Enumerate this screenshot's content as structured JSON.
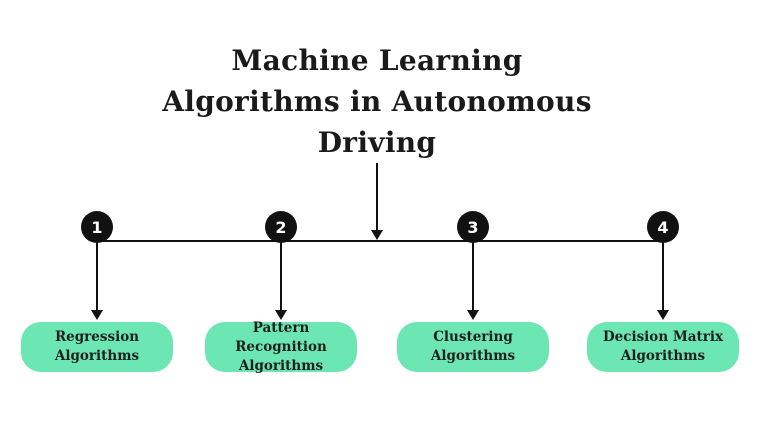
{
  "title": {
    "line1": "Machine Learning",
    "line2": "Algorithms in Autonomous",
    "line3": "Driving"
  },
  "colors": {
    "background": "#ffffff",
    "title_text": "#1a1a1a",
    "connector_line": "#111111",
    "circle_fill": "#111111",
    "circle_text": "#ffffff",
    "box_fill": "#6ce6b2",
    "box_text": "#1f1f1f"
  },
  "branches": [
    {
      "number": "1",
      "lines": [
        "Regression",
        "Algorithms"
      ]
    },
    {
      "number": "2",
      "lines": [
        "Pattern Recognition",
        "Algorithms"
      ]
    },
    {
      "number": "3",
      "lines": [
        "Clustering",
        "Algorithms"
      ]
    },
    {
      "number": "4",
      "lines": [
        "Decision Matrix",
        "Algorithms"
      ]
    }
  ]
}
